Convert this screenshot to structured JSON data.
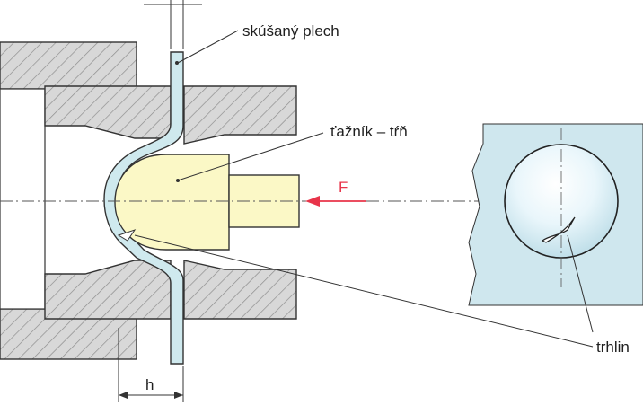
{
  "labels": {
    "sheet": "skúšaný plech",
    "punch": "ťažník – tŕň",
    "force": "F",
    "crack": "trhlin",
    "depth": "h"
  },
  "colors": {
    "sheet_fill": "#cfe9ee",
    "punch_fill": "#fbf8c6",
    "detail_fill": "#cfe7ee",
    "force": "#e8344a",
    "outline": "#333333",
    "hatch": "#9a9a9a",
    "body_fill": "#d6d6d6"
  }
}
